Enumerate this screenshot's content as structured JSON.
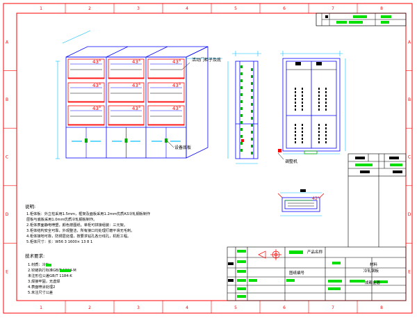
{
  "sheet": {
    "zone_numbers": [
      "1",
      "2",
      "3",
      "4",
      "5",
      "6",
      "7",
      "8"
    ],
    "zone_letters": [
      "A",
      "B",
      "C",
      "D",
      "E"
    ],
    "colors": {
      "frame": "#ff0000",
      "linework": "#0000ff",
      "dims": "#00bfff",
      "door_open": "#ff0000",
      "hinge": "#00aa00",
      "block": "#00e000",
      "text": "#000000",
      "dark_fill": "#000000"
    }
  },
  "cabinet": {
    "angle_label": "43°",
    "callouts": {
      "top_note": "活动门柜子及底",
      "bottom_note": "设备底板",
      "side_note": "调整机"
    }
  },
  "notes": {
    "heading": "说明:",
    "lines": [
      "1.柜体板：外立柱采用1.5mm，框架及面板采用1.2mm优质A3冷轧钢板制作",
      "  层板与底板采用1.0mm优质冷轧钢板制作。",
      "2.柜体表面静电喷塑，颜色按图纸。单柜可拼接组装：三元架。",
      "3.柜体结构安全可靠，外观整洁，所有接口均处理打磨平滑无毛刺。",
      "4.柜体接地可靠，防锈层处理，按要求钻孔各分线孔，机柜工程。",
      "5.柜体尺寸：长：W56 3 1600× 13  8 1"
    ],
    "tech_heading": "技术要求:",
    "tech_lines": [
      "1.材质：冷轧",
      "2.铰链执行标准GB/T 1804-M",
      "  未注形位公差GB/T 1184-K",
      "3.焊接牢固，无虚焊",
      "4.表面喷涂处理2",
      "5.未注尺寸公差"
    ]
  },
  "title_block": {
    "product_label": "产品名称",
    "drawing_no_label": "图纸编号",
    "material_label": "材料",
    "material_value": "冷轧钢板",
    "company_label": "成都金盾"
  }
}
